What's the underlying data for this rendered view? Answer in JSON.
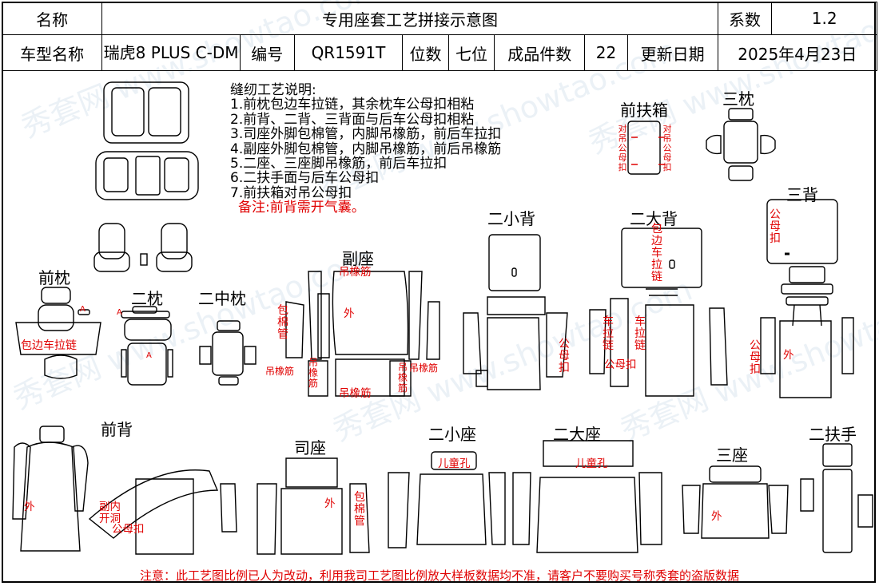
{
  "header": {
    "name_label": "名称",
    "title": "专用座套工艺拼接示意图",
    "coef_label": "系数",
    "coef_value": "1.2",
    "model_label": "车型名称",
    "model_value": "瑞虎8 PLUS C-DM",
    "code_label": "编号",
    "code_value": "QR1591T",
    "seats_label": "位数",
    "seats_value": "七位",
    "pieces_label": "成品件数",
    "pieces_value": "22",
    "date_label": "更新日期",
    "date_value": "2025年4月23日"
  },
  "notes": {
    "title": "缝纫工艺说明:",
    "items": [
      "1.前枕包边车拉链，其余枕车公母扣相粘",
      "2.前背、二背、三背面与后车公母扣相粘",
      "3.司座外脚包棉管，内脚吊橡筋，前后车拉扣",
      "4.副座外脚包棉管，内脚吊橡筋，前后吊橡筋",
      "5.二座、三座脚吊橡筋，前后车拉扣",
      "6.二扶手面与后车公母扣",
      "7.前扶箱对吊公母扣"
    ],
    "remark": "备注:前背需开气囊。"
  },
  "sections": {
    "front_armrest_box": "前扶箱",
    "third_headrest": "三枕",
    "third_back": "三背",
    "second_small_back": "二小背",
    "second_big_back": "二大背",
    "passenger_seat": "副座",
    "front_headrest": "前枕",
    "second_headrest": "二枕",
    "second_middle_headrest": "二中枕",
    "front_back": "前背",
    "driver_seat": "司座",
    "second_small_seat": "二小座",
    "second_big_seat": "二大座",
    "third_seat": "三座",
    "second_armrest": "二扶手"
  },
  "annotations": {
    "dui_diao_gong_mu_kou": "对吊公母扣",
    "gong_mu_kou": "公母扣",
    "bao_bian_che_la_lian": "包边车拉链",
    "che_la_lian": "车拉链",
    "diao_xiang_jin": "吊橡筋",
    "bao_mian_guan": "包棉管",
    "wai": "外",
    "a_mark": "A",
    "er_tong_kong": "儿童孔",
    "fu_nei_kai_dong": "副内开洞"
  },
  "watermark": "秀套网 www.showtao.com",
  "footer": "注意：此工艺图比例已人为改动，利用我司工艺图比例放大样板数据均不准，请客户不要购买号称秀套的盗版数据"
}
